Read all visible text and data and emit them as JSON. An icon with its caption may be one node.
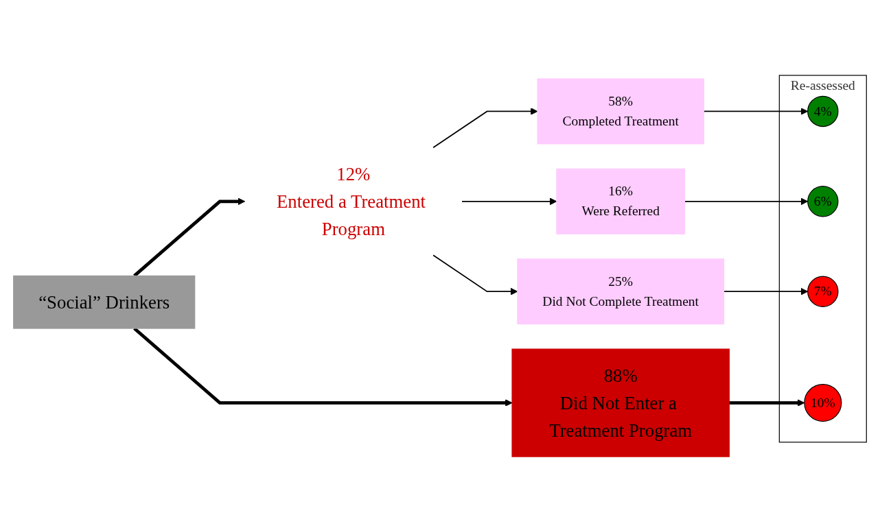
{
  "diagram": {
    "nodes": [
      {
        "text": [
          "“Social” Drinkers"
        ]
      },
      {
        "text": [
          "12%",
          "Entered a Treatment Program"
        ]
      },
      {
        "text": [
          "88%",
          "Did Not Enter a Treatment Program"
        ]
      },
      {
        "text": [
          "Re-assessed"
        ]
      },
      {
        "text": [
          "58%",
          "Completed Treatment"
        ]
      },
      {
        "text": [
          "16%",
          "Were Referred"
        ]
      },
      {
        "text": [
          "25%",
          "Did Not Complete Treatment"
        ]
      },
      {
        "text": [
          "4%"
        ],
        "in": 3
      },
      {
        "text": [
          "6%"
        ],
        "in": 3
      },
      {
        "text": [
          "7%"
        ],
        "in": 3
      },
      {
        "text": [
          "10%"
        ],
        "in": 3
      }
    ],
    "edges": [
      {
        "from": 0,
        "to": 1,
        "arrow": "to",
        "style": "thick"
      },
      {
        "from": 0,
        "to": 2,
        "arrow": "to",
        "style": "thick"
      },
      {
        "from": 1,
        "to": 4,
        "arrow": "to"
      },
      {
        "from": 1,
        "to": 5,
        "arrow": "to"
      },
      {
        "from": 1,
        "to": 6,
        "arrow": "to"
      },
      {
        "from": 4,
        "to": 7,
        "arrow": "to"
      },
      {
        "from": 5,
        "to": 8,
        "arrow": "to"
      },
      {
        "from": 6,
        "to": 9,
        "arrow": "to"
      },
      {
        "from": 2,
        "to": 10,
        "arrow": "to",
        "style": "thick"
      }
    ]
  }
}
